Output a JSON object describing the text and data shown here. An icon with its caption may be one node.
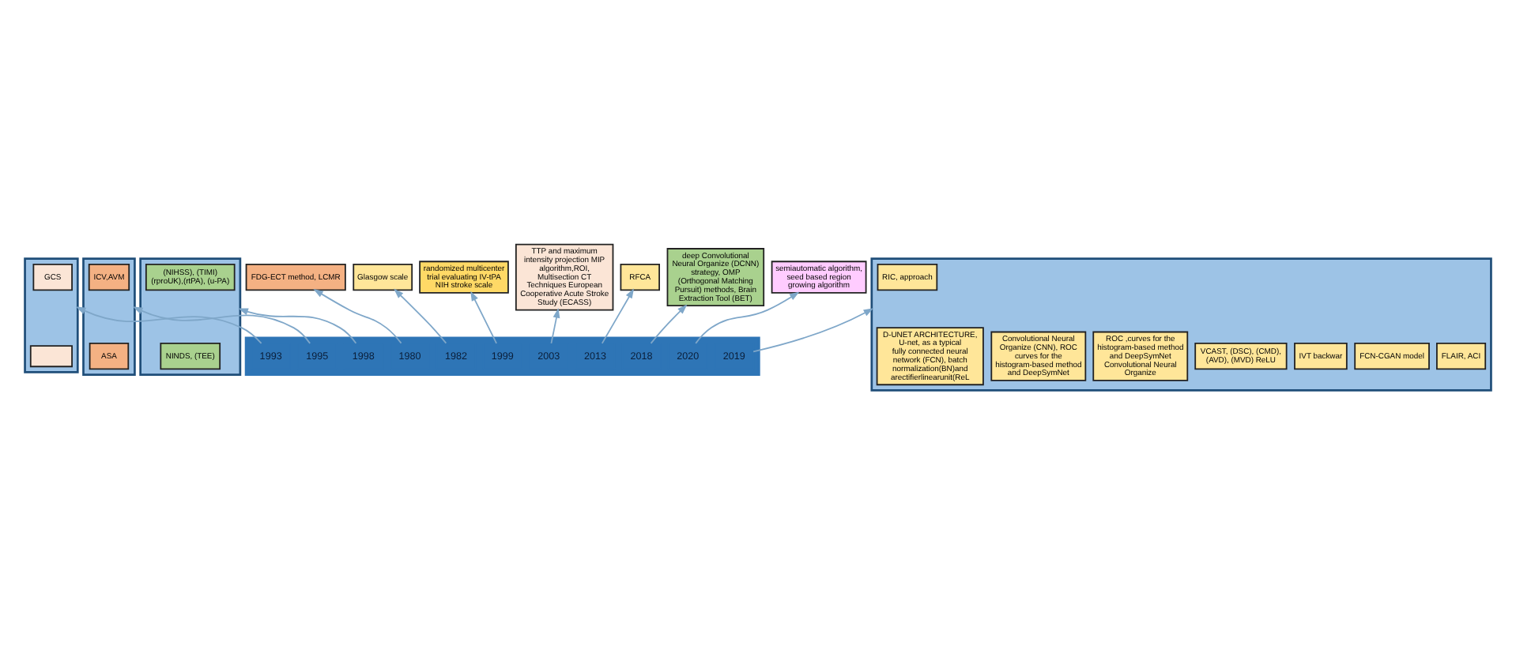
{
  "diagram": {
    "nodes": [
      {
        "text": [],
        "shape": "bar"
      },
      {
        "text": [
          "1980"
        ],
        "in": 0
      },
      {
        "text": [
          "1982"
        ],
        "in": 0
      },
      {
        "text": [
          "1993"
        ],
        "in": 0
      },
      {
        "text": [
          "1995"
        ],
        "in": 0
      },
      {
        "text": [
          "1998"
        ],
        "in": 0
      },
      {
        "text": [
          "1999"
        ],
        "in": 0
      },
      {
        "text": [
          "2003"
        ],
        "in": 0
      },
      {
        "text": [
          "2013"
        ],
        "in": 0
      },
      {
        "text": [
          "2018"
        ],
        "in": 0
      },
      {
        "text": [
          "2019"
        ],
        "in": 0
      },
      {
        "text": [
          "2020"
        ],
        "in": 0
      },
      {
        "text": [
          "FDG-ECT method, LCMR"
        ]
      },
      {
        "text": [
          "Glasgow scale"
        ]
      },
      {
        "text": [],
        "shape": "box"
      },
      {
        "text": [
          "GCS"
        ],
        "in": 14
      },
      {
        "text": [],
        "shape": "box",
        "in": 14
      },
      {
        "text": [],
        "shape": "box"
      },
      {
        "text": [
          "ICV,AVM"
        ],
        "in": 17
      },
      {
        "text": [
          "ASA"
        ],
        "in": 17
      },
      {
        "text": [],
        "shape": "box"
      },
      {
        "text": [
          "(NIHSS), (TIMI) (rproUK),(rtPA), (u-PA)"
        ],
        "in": 20
      },
      {
        "text": [
          "NINDS, (TEE)"
        ],
        "in": 20
      },
      {
        "text": [
          "randomized multicenter trial evaluating IV-tPA NIH stroke scale"
        ]
      },
      {
        "text": [
          "TTP and maximum intensity projection MIP algorithm,ROI, Multisection CT Techniques European Cooperative Acute Stroke Study (ECASS)"
        ]
      },
      {
        "text": [
          "RFCA"
        ]
      },
      {
        "text": [],
        "shape": "box"
      },
      {
        "text": [
          "RIC, approach"
        ],
        "in": 26
      },
      {
        "text": [
          "FLAIR, ACI"
        ],
        "in": 26
      },
      {
        "text": [
          "FCN-CGAN model"
        ],
        "in": 26
      },
      {
        "text": [
          "IVT backwar"
        ],
        "in": 26
      },
      {
        "text": [
          "VCAST, (DSC), (CMD), (AVD), (MVD) ReLU"
        ],
        "in": 26
      },
      {
        "text": [
          "ROC ,curves for the histogram-based method and DeepSymNet Convolutional Neural Organize"
        ],
        "in": 26
      },
      {
        "text": [
          "Convolutional Neural Organize (CNN), ROC curves for the histogram-based method and DeepSymNet"
        ],
        "in": 26
      },
      {
        "text": [
          "D-UNET ARCHITECTURE, U-net, as a typical fully connected neural network (FCN), batch normalization(BN)and arectifierlinearunit(ReL"
        ],
        "in": 26
      },
      {
        "text": [
          "deep Convolutional Neural Organize (DCNN) strategy, OMP (Orthogonal Matching Pursuit) methods, Brain Extraction Tool (BET)"
        ]
      },
      {
        "text": [
          "semiautomatic algorithm, seed based region growing algorithm"
        ]
      }
    ],
    "edges": [
      {
        "from": 1,
        "to": 12,
        "arrow": "to"
      },
      {
        "from": 2,
        "to": 13,
        "arrow": "to"
      },
      {
        "from": 3,
        "to": 14,
        "arrow": "to"
      },
      {
        "from": 4,
        "to": 17,
        "arrow": "to"
      },
      {
        "from": 5,
        "to": 20,
        "arrow": "to"
      },
      {
        "from": 6,
        "to": 23,
        "arrow": "to"
      },
      {
        "from": 7,
        "to": 24,
        "arrow": "to"
      },
      {
        "from": 8,
        "to": 25,
        "arrow": "to"
      },
      {
        "from": 9,
        "to": 35,
        "arrow": "to"
      },
      {
        "from": 10,
        "to": 26,
        "arrow": "to"
      },
      {
        "from": 11,
        "to": 36,
        "arrow": "to"
      }
    ]
  }
}
